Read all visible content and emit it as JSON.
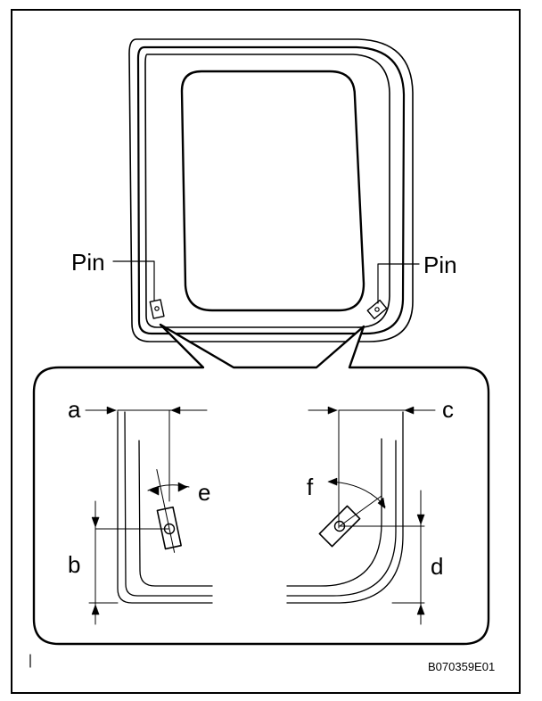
{
  "labels": {
    "pin_left": "Pin",
    "pin_right": "Pin",
    "a": "a",
    "b": "b",
    "c": "c",
    "d": "d",
    "e": "e",
    "f": "f"
  },
  "figure_code": "B070359E01"
}
